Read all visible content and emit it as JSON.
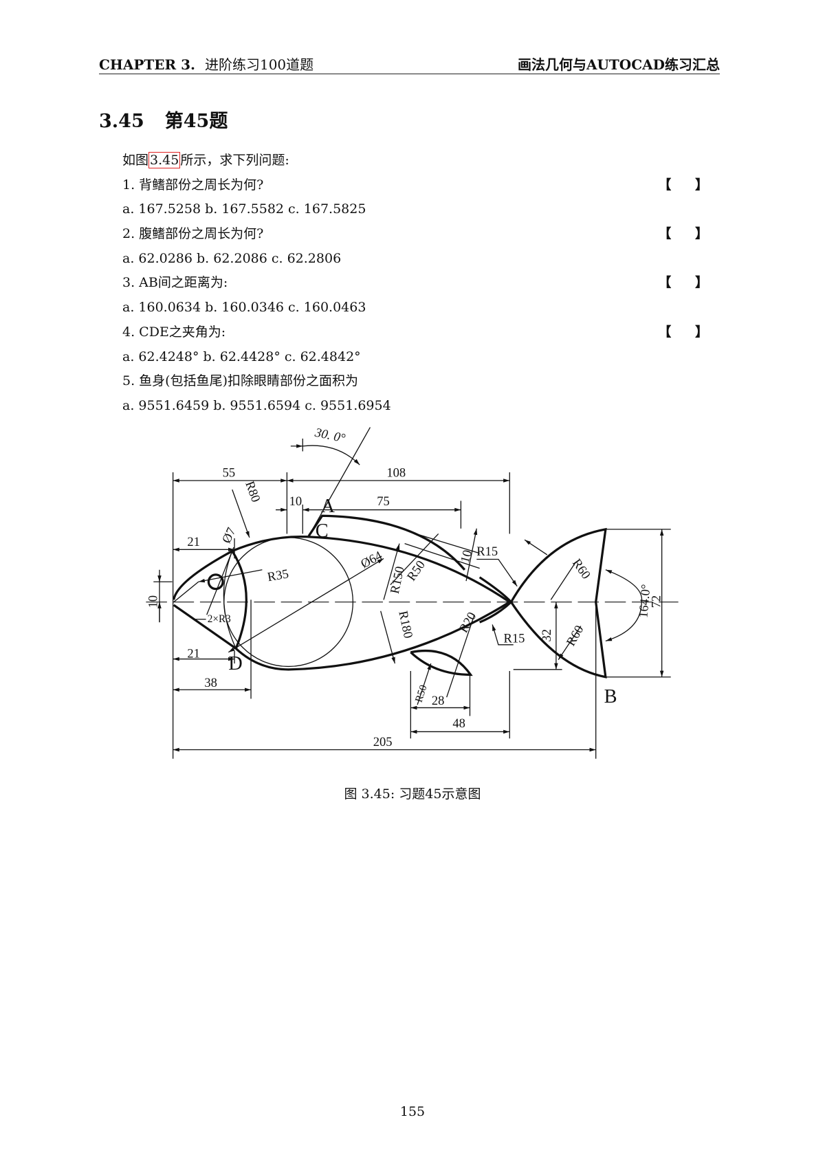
{
  "header": {
    "chapter": "CHAPTER 3.",
    "chapter_title": "进阶练习100道题",
    "book_title": "画法几何与AUTOCAD练习汇总"
  },
  "section": {
    "number": "3.45",
    "title": "第45题"
  },
  "intro": {
    "prefix": "如图",
    "ref": "3.45",
    "suffix": "所示，求下列问题:"
  },
  "questions": [
    {
      "q": "1. 背鳍部份之周长为何?",
      "bracket": "【 】",
      "options": "a. 167.5258 b. 167.5582 c. 167.5825"
    },
    {
      "q": "2. 腹鳍部份之周长为何?",
      "bracket": "【 】",
      "options": "a. 62.0286 b. 62.2086 c. 62.2806"
    },
    {
      "q": "3. AB间之距离为:",
      "bracket": "【 】",
      "options": "a. 160.0634 b. 160.0346 c. 160.0463"
    },
    {
      "q": "4. CDE之夹角为:",
      "bracket": "【 】",
      "options": "a. 62.4248° b. 62.4428° c. 62.4842°"
    },
    {
      "q": "5. 鱼身(包括鱼尾)扣除眼睛部份之面积为",
      "options": "a. 9551.6459 b. 9551.6594 c. 9551.6954"
    }
  ],
  "figure": {
    "labels": {
      "angle30": "30. 0°",
      "d55": "55",
      "d108": "108",
      "r80": "R80",
      "d10a": "10",
      "d75": "75",
      "A": "A",
      "C": "C",
      "D": "D",
      "B": "B",
      "d21a": "21",
      "phi7": "Ø7",
      "phi64": "Ø64",
      "r35": "R35",
      "r150": "R150",
      "r50a": "R50",
      "d10b": "10",
      "r15a": "R15",
      "r60a": "R60",
      "a164": "164.0°",
      "d72": "72",
      "d10c": "10",
      "r3": "2×R3",
      "r180": "R180",
      "r20": "R20",
      "r15b": "R15",
      "d32": "32",
      "r60b": "R60",
      "d21b": "21",
      "d38": "38",
      "r50b": "R50",
      "d28": "28",
      "d48": "48",
      "d205": "205"
    },
    "caption": "图 3.45: 习题45示意图"
  },
  "page_number": "155"
}
